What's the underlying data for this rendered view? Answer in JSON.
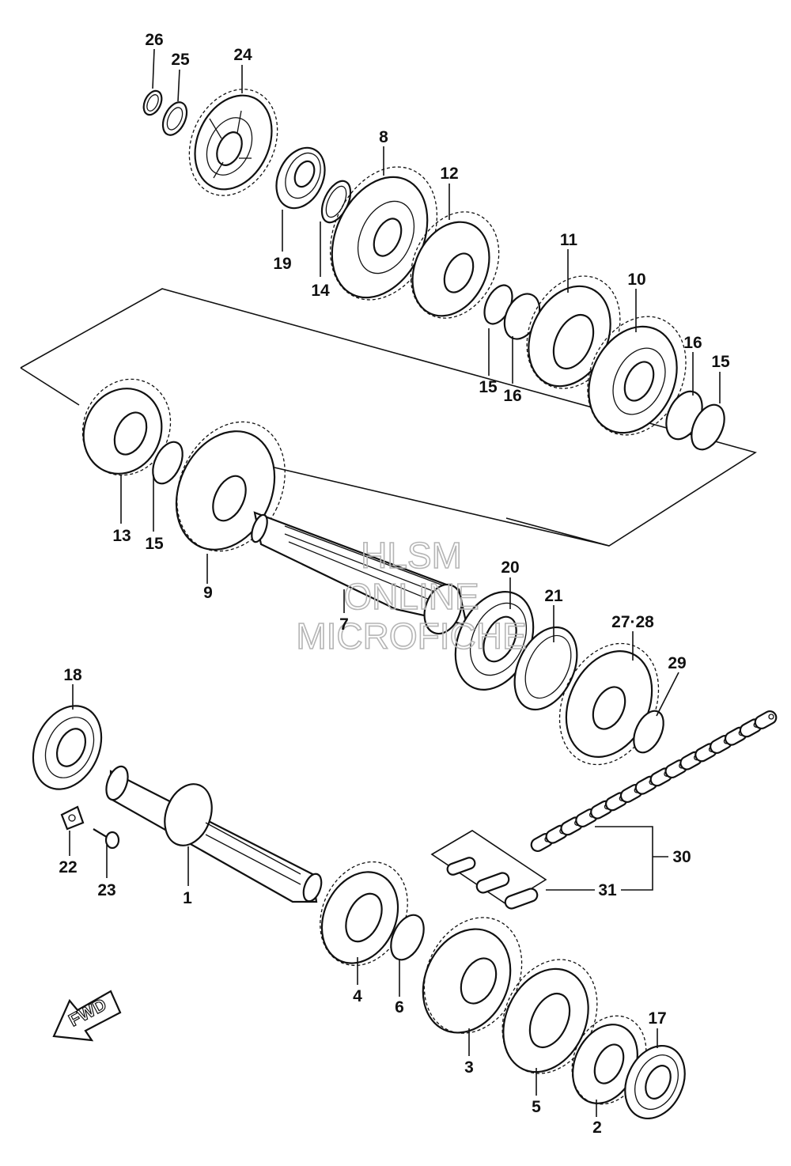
{
  "diagram": {
    "labels": {
      "p1": "1",
      "p2": "2",
      "p3": "3",
      "p4": "4",
      "p5": "5",
      "p6": "6",
      "p7": "7",
      "p8": "8",
      "p9": "9",
      "p10": "10",
      "p11": "11",
      "p12": "12",
      "p13": "13",
      "p14": "14",
      "p15a": "15",
      "p15b": "15",
      "p15c": "15",
      "p16a": "16",
      "p16b": "16",
      "p17": "17",
      "p18": "18",
      "p19": "19",
      "p20": "20",
      "p21": "21",
      "p22": "22",
      "p23": "23",
      "p24": "24",
      "p25": "25",
      "p26": "26",
      "p27_28": "27·28",
      "p29": "29",
      "p30": "30",
      "p31": "31"
    },
    "watermark": [
      "HLSM",
      "ONLINE",
      "MICROFICHE"
    ],
    "fwd_label": "FWD",
    "colors": {
      "line": "#111111",
      "background": "#ffffff",
      "watermark": "#b5b5b5"
    }
  }
}
